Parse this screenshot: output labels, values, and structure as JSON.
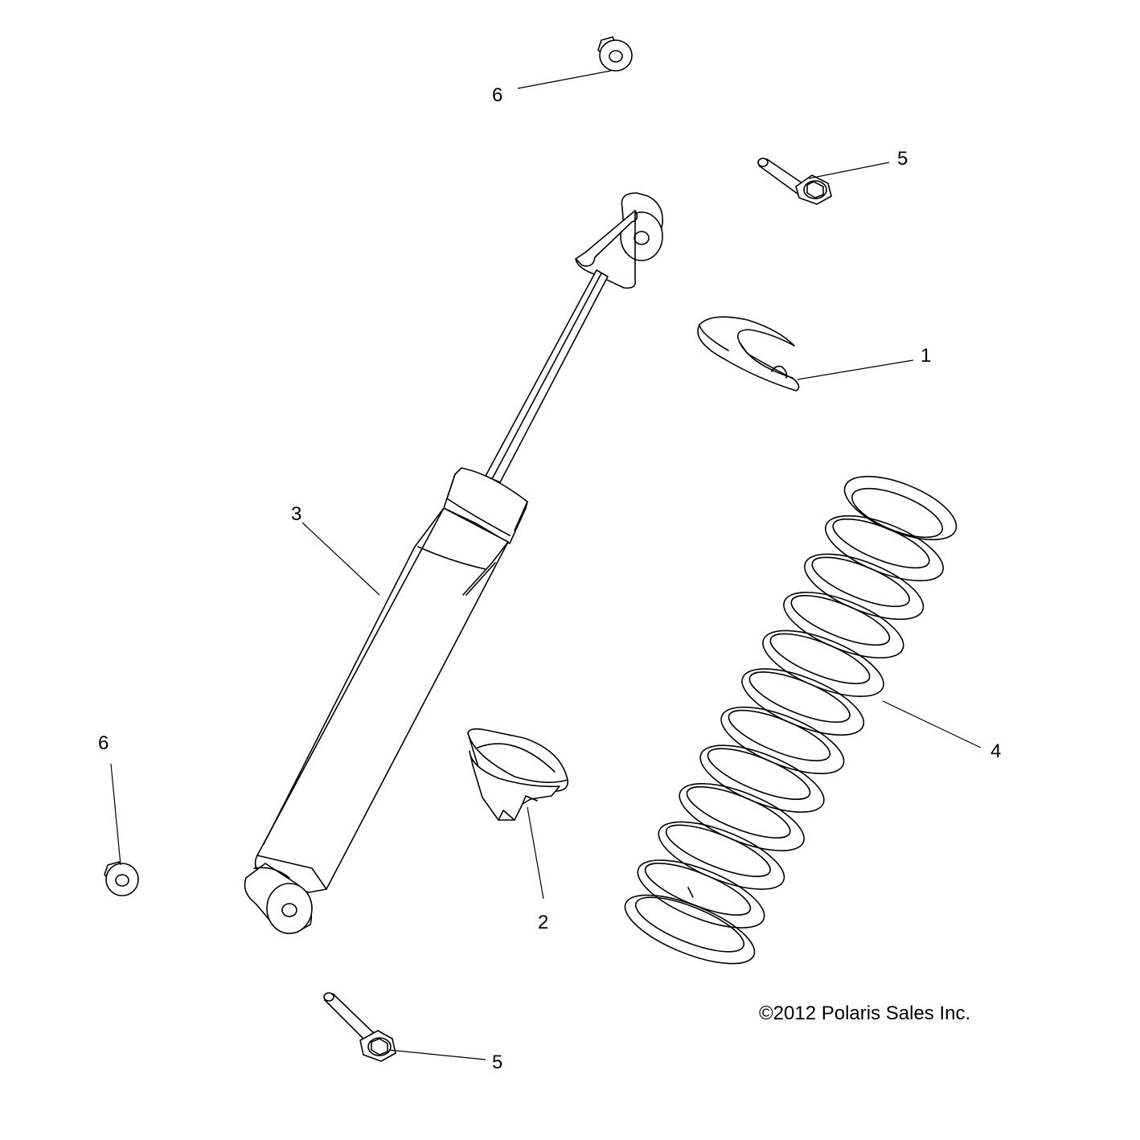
{
  "diagram": {
    "copyright": "©2012 Polaris Sales Inc.",
    "callouts": [
      {
        "id": "washer",
        "label": "1"
      },
      {
        "id": "spring-retainer",
        "label": "2"
      },
      {
        "id": "shock-absorber",
        "label": "3"
      },
      {
        "id": "coil-spring",
        "label": "4"
      },
      {
        "id": "bolt-top",
        "label": "5"
      },
      {
        "id": "bolt-bottom",
        "label": "5"
      },
      {
        "id": "bushing-top",
        "label": "6"
      },
      {
        "id": "bushing-left",
        "label": "6"
      }
    ]
  }
}
